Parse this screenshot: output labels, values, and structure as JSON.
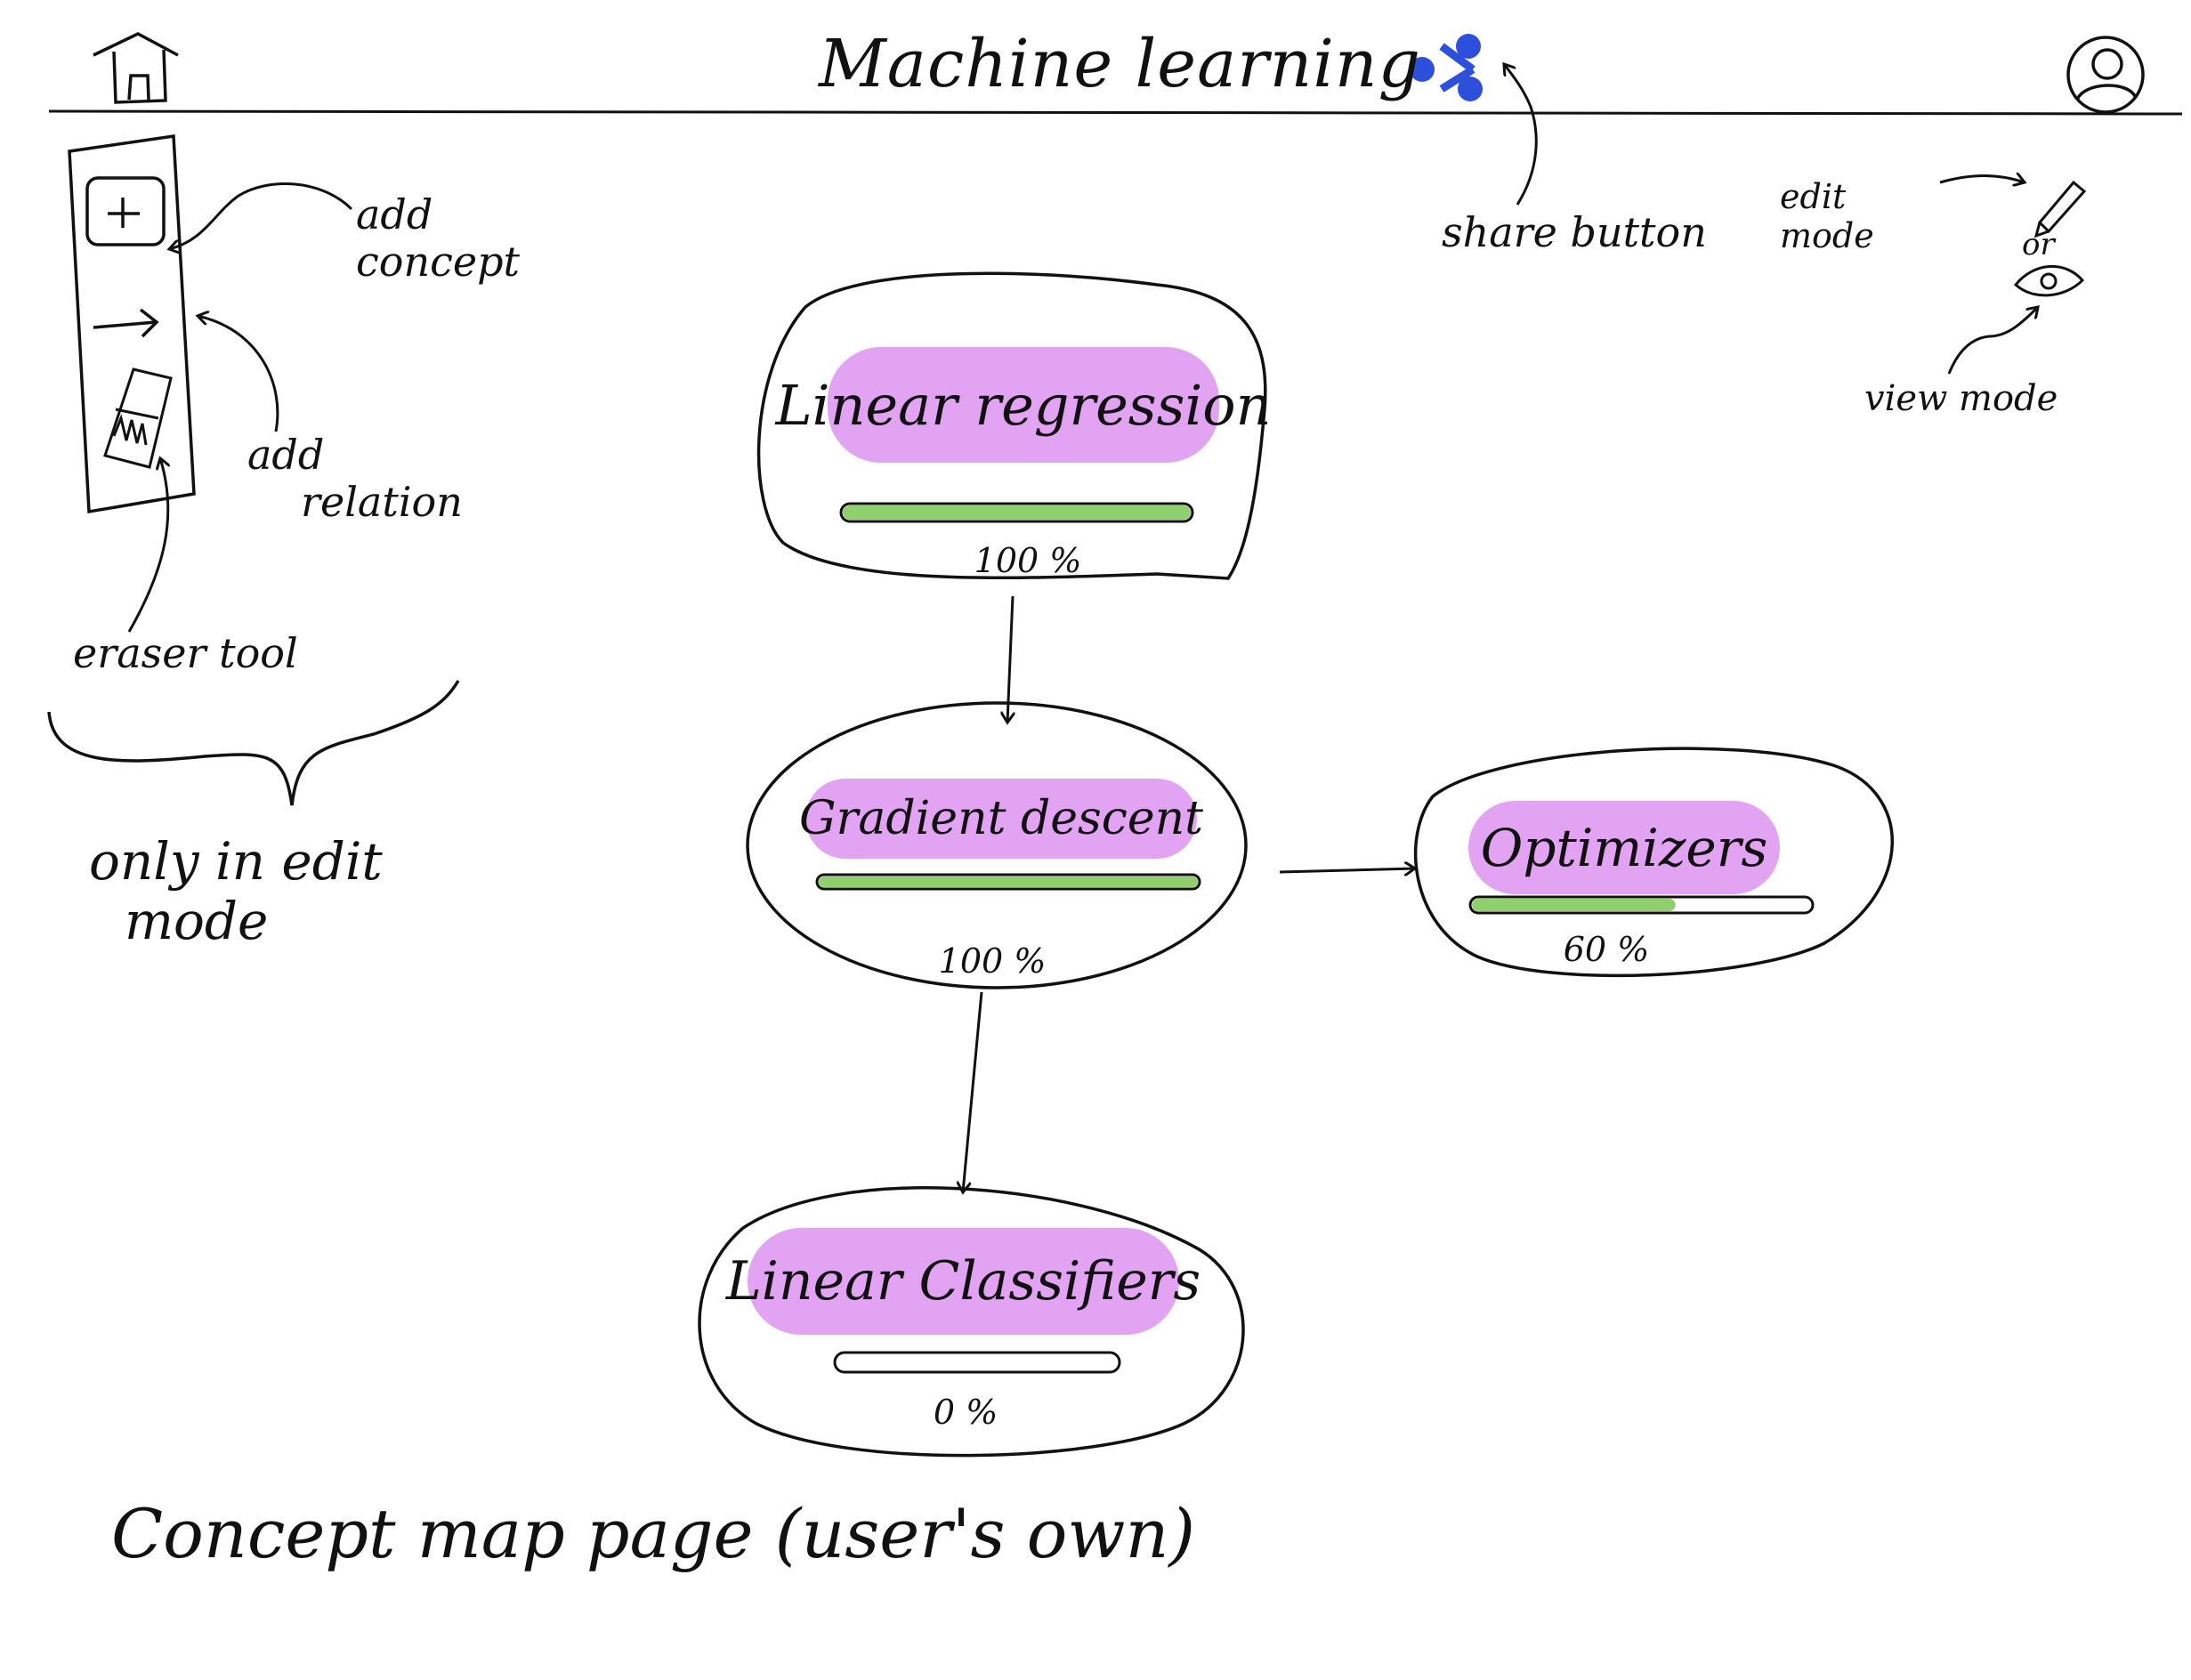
{
  "header": {
    "title": "Machine learning"
  },
  "toolbar": {
    "annotations": {
      "add_concept": [
        "add",
        "concept"
      ],
      "add_relation": [
        "add",
        "relation"
      ],
      "eraser_tool": "eraser tool",
      "edit_only": [
        "only in edit",
        "mode"
      ]
    }
  },
  "top_annotations": {
    "share_button": "share button",
    "edit_mode": [
      "edit",
      "mode"
    ],
    "or": "or",
    "view_mode": "view mode"
  },
  "concepts": [
    {
      "label": "Linear regression",
      "progress": 1.0,
      "progress_text": "100 %"
    },
    {
      "label": "Gradient descent",
      "progress": 1.0,
      "progress_text": "100 %"
    },
    {
      "label": "Optimizers",
      "progress": 0.6,
      "progress_text": "60 %"
    },
    {
      "label": "Linear Classifiers",
      "progress": 0.0,
      "progress_text": "0 %"
    }
  ],
  "caption": "Concept map page (user's own)",
  "colors": {
    "label_highlight": "#e1a3f2",
    "progress_fill": "#8fcf6e",
    "share_icon": "#2c4fdc",
    "ink": "#111111"
  }
}
